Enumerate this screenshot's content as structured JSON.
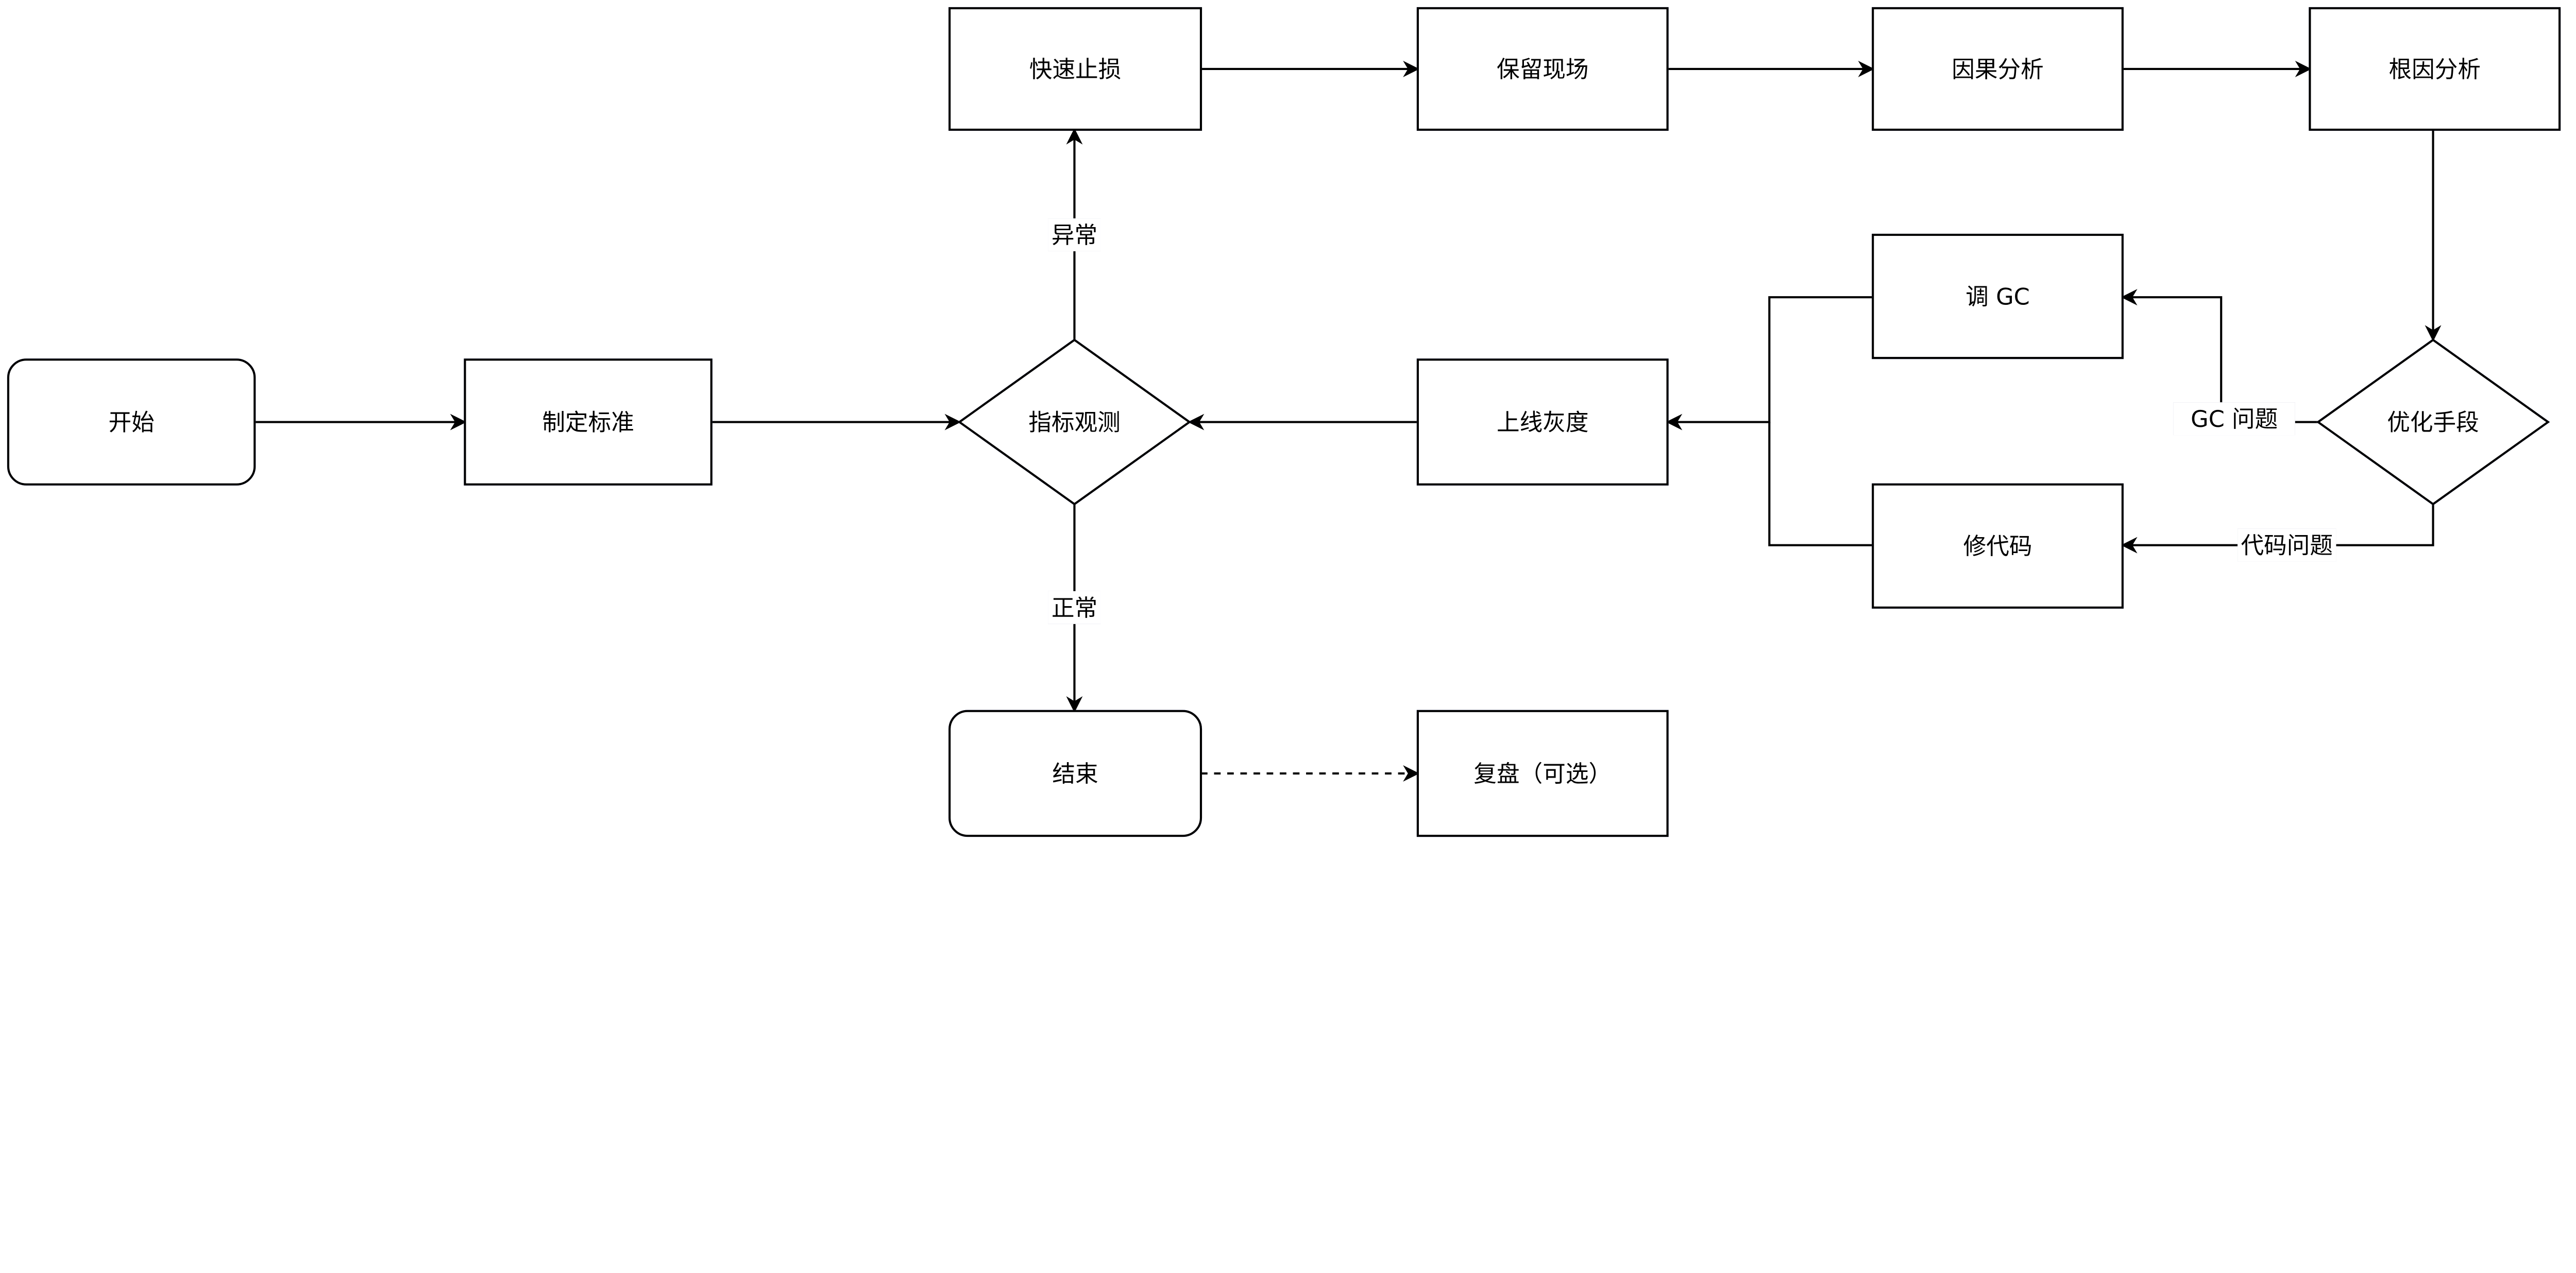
{
  "nodes": {
    "start": {
      "label": "开始",
      "shape": "rounded"
    },
    "standard": {
      "label": "制定标准",
      "shape": "rect"
    },
    "observe": {
      "label": "指标观测",
      "shape": "diamond"
    },
    "stoploss": {
      "label": "快速止损",
      "shape": "rect"
    },
    "preserve": {
      "label": "保留现场",
      "shape": "rect"
    },
    "causal": {
      "label": "因果分析",
      "shape": "rect"
    },
    "rootcause": {
      "label": "根因分析",
      "shape": "rect"
    },
    "optimize": {
      "label": "优化手段",
      "shape": "diamond"
    },
    "tunegc": {
      "label": "调 GC",
      "shape": "rect"
    },
    "fixcode": {
      "label": "修代码",
      "shape": "rect"
    },
    "rollout": {
      "label": "上线灰度",
      "shape": "rect"
    },
    "end": {
      "label": "结束",
      "shape": "rounded"
    },
    "review": {
      "label": "复盘（可选）",
      "shape": "rect"
    }
  },
  "edges": [
    {
      "from": "start",
      "to": "standard",
      "label": ""
    },
    {
      "from": "standard",
      "to": "observe",
      "label": ""
    },
    {
      "from": "observe",
      "to": "stoploss",
      "label": "异常"
    },
    {
      "from": "stoploss",
      "to": "preserve",
      "label": ""
    },
    {
      "from": "preserve",
      "to": "causal",
      "label": ""
    },
    {
      "from": "causal",
      "to": "rootcause",
      "label": ""
    },
    {
      "from": "rootcause",
      "to": "optimize",
      "label": ""
    },
    {
      "from": "optimize",
      "to": "tunegc",
      "label": "GC 问题"
    },
    {
      "from": "optimize",
      "to": "fixcode",
      "label": "代码问题"
    },
    {
      "from": "tunegc",
      "to": "rollout",
      "label": ""
    },
    {
      "from": "fixcode",
      "to": "rollout",
      "label": ""
    },
    {
      "from": "rollout",
      "to": "observe",
      "label": ""
    },
    {
      "from": "observe",
      "to": "end",
      "label": "正常"
    },
    {
      "from": "end",
      "to": "review",
      "label": "",
      "style": "dashed"
    }
  ],
  "colors": {
    "stroke": "#000000",
    "fill": "#ffffff",
    "shadow": "#b4b8d0"
  }
}
